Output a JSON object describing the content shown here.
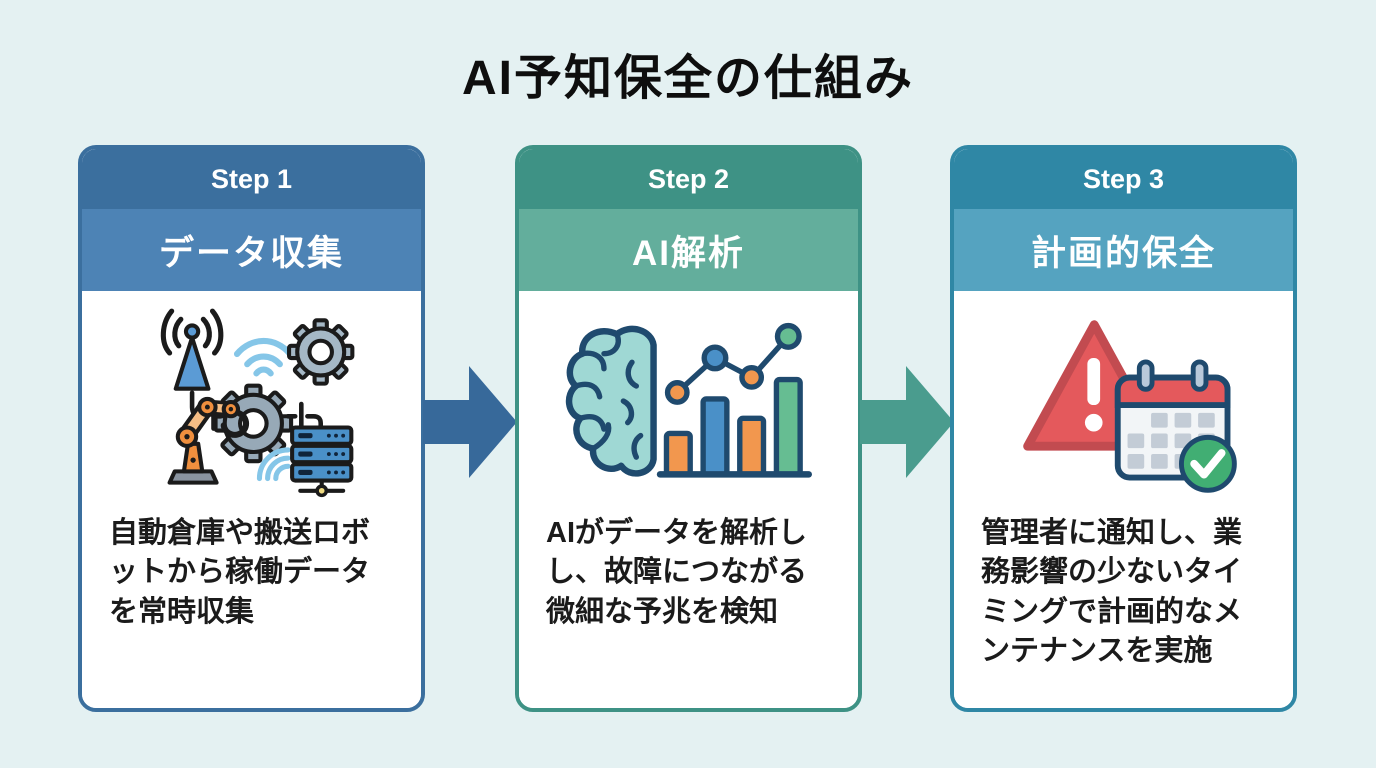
{
  "title": "AI予知保全の仕組み",
  "background": "#e4f1f2",
  "steps": [
    {
      "step_label": "Step 1",
      "title": "データ収集",
      "description": "自動倉庫や搬送ロボットから稼働データを常時収集",
      "icon": "iot-data-collection-icon",
      "colors": {
        "dark": "#3b6f9e",
        "light": "#4d83b5"
      }
    },
    {
      "step_label": "Step 2",
      "title": "AI解析",
      "description": "AIがデータを解析しし、故障につながる微細な予兆を検知",
      "icon": "ai-brain-chart-icon",
      "colors": {
        "dark": "#3e9285",
        "light": "#63ae9c"
      }
    },
    {
      "step_label": "Step 3",
      "title": "計画的保全",
      "description": "管理者に通知し、業務影響の少ないタイミングで計画的なメンテナンスを実施",
      "icon": "alert-calendar-check-icon",
      "colors": {
        "dark": "#2f87a5",
        "light": "#55a3c0"
      }
    }
  ],
  "arrows": [
    {
      "name": "arrow-step1-to-step2",
      "color": "#37699a"
    },
    {
      "name": "arrow-step2-to-step3",
      "color": "#4a9c8e"
    }
  ]
}
